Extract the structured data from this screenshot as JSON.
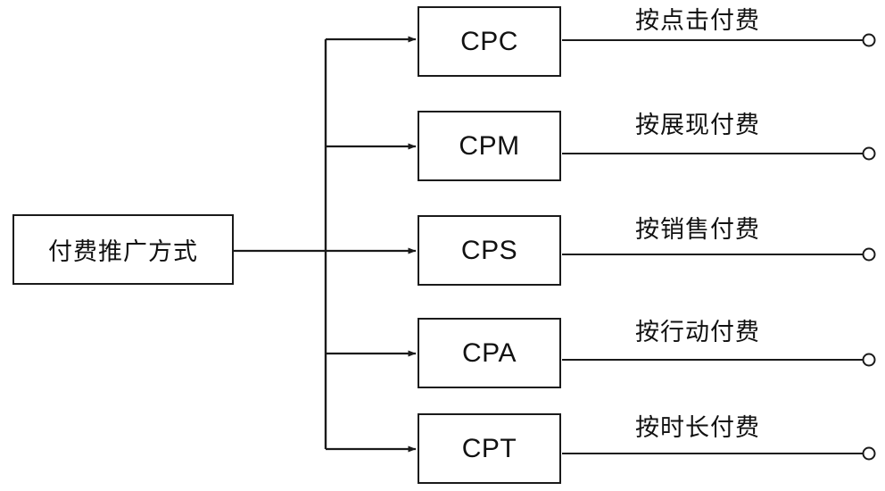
{
  "diagram": {
    "type": "tree-mindmap",
    "orientation": "left-to-right",
    "background_color": "#ffffff",
    "line_color": "#1a1a1a",
    "text_color": "#111111",
    "root": {
      "label": "付费推广方式"
    },
    "branches": [
      {
        "node": "CPC",
        "label": "按点击付费"
      },
      {
        "node": "CPM",
        "label": "按展现付费"
      },
      {
        "node": "CPS",
        "label": "按销售付费"
      },
      {
        "node": "CPA",
        "label": "按行动付费"
      },
      {
        "node": "CPT",
        "label": "按时长付费"
      }
    ]
  }
}
